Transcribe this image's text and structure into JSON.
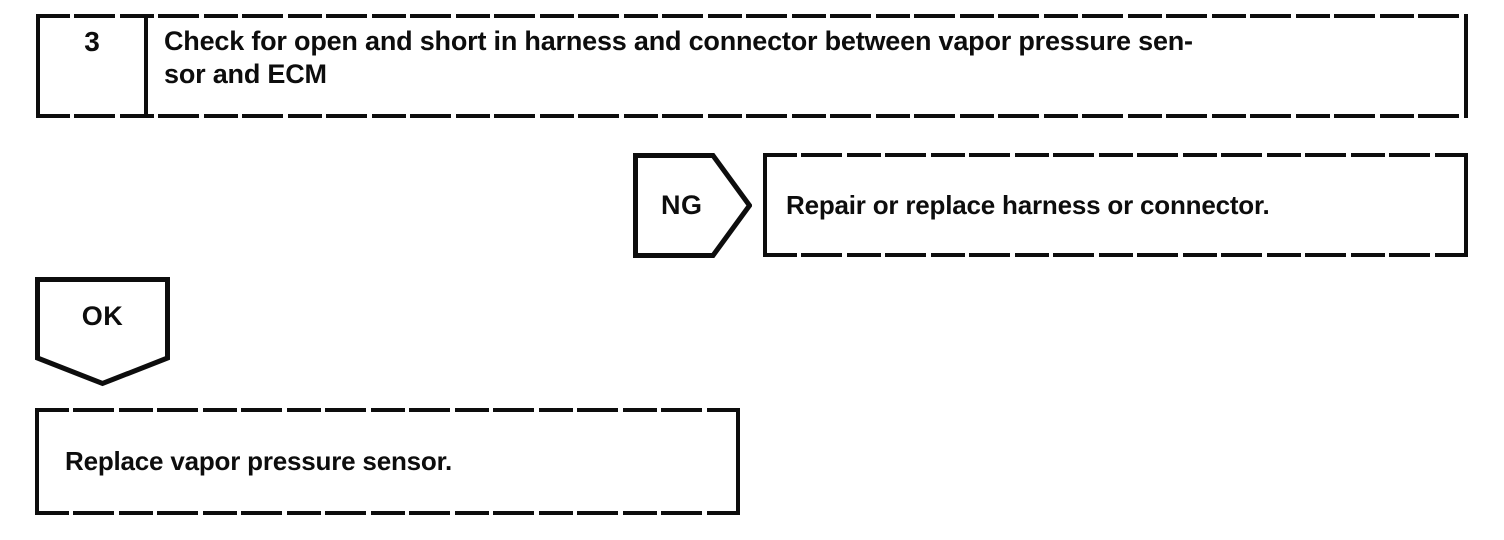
{
  "flowchart": {
    "step": {
      "number": "3",
      "title_line1": "Check for open and short in harness and connector between vapor pressure sen-",
      "title_line2": "sor and ECM"
    },
    "ng_branch": {
      "label": "NG",
      "action": "Repair or replace harness or connector."
    },
    "ok_branch": {
      "label": "OK",
      "action": "Replace vapor pressure sensor."
    },
    "colors": {
      "ink": "#0d0d0d",
      "paper": "#ffffff"
    }
  }
}
